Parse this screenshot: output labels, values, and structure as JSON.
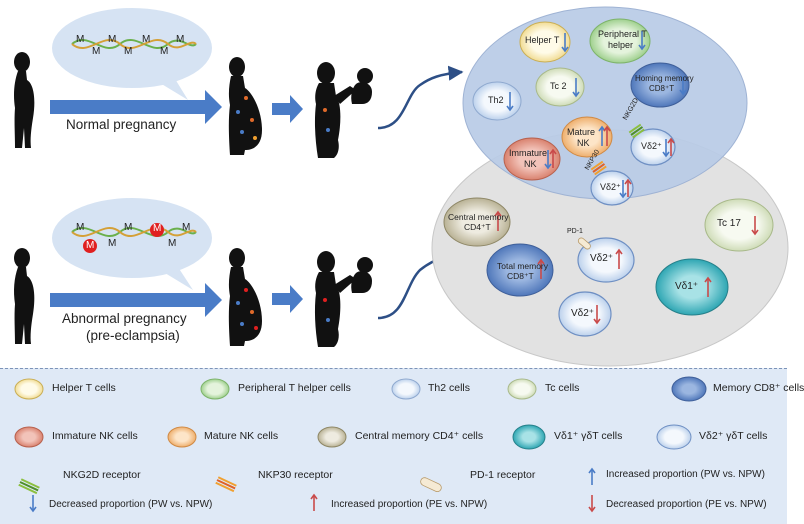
{
  "scenarios": {
    "normal": {
      "label": "Normal pregnancy"
    },
    "abnormal": {
      "label_line1": "Abnormal pregnancy",
      "label_line2": "(pre-eclampsia)"
    }
  },
  "bubble_marker": "M",
  "upper_zone": {
    "cells": {
      "helper_t": "Helper T",
      "peripheral_t_helper_1": "Peripheral T",
      "peripheral_t_helper_2": "helper",
      "tc2": "Tc 2",
      "homing_memory_1": "Homing memory",
      "homing_memory_2": "CD8⁺T",
      "th2": "Th2",
      "mature_nk_1": "Mature",
      "mature_nk_2": "NK",
      "immature_nk_1": "Immature",
      "immature_nk_2": "NK",
      "vd2_nkg2d": "Vδ2⁺",
      "vd2_nkp30": "Vδ2⁺"
    },
    "receptor_labels": {
      "nkg2d": "NKG2D",
      "nkp30": "NKP30"
    }
  },
  "lower_zone": {
    "cells": {
      "central_memory_1": "Central memory",
      "central_memory_2": "CD4⁺T",
      "total_memory_1": "Total memory",
      "total_memory_2": "CD8⁺T",
      "vd2_pd1": "Vδ2⁺",
      "vd2_lower": "Vδ2⁺",
      "tc17": "Tc 17",
      "vd1": "Vδ1⁺"
    },
    "receptor_labels": {
      "pd1": "PD-1"
    }
  },
  "legend": {
    "helper_t": "Helper T cells",
    "peripheral_t_helper": "Peripheral T helper cells",
    "th2": "Th2 cells",
    "tc": "Tc cells",
    "memory_cd8": "Memory CD8⁺ cells",
    "immature_nk": "Immature NK cells",
    "mature_nk": "Mature NK cells",
    "central_memory_cd4": "Central memory CD4⁺ cells",
    "vd1": "Vδ1⁺ γδT cells",
    "vd2": "Vδ2⁺ γδT cells",
    "nkg2d": "NKG2D receptor",
    "nkp30": "NKP30 receptor",
    "pd1": "PD-1 receptor",
    "inc_pw": "Increased proportion (PW vs. NPW)",
    "dec_pw": "Decreased proportion (PW vs. NPW)",
    "inc_pe": "Increased proportion (PE vs. NPW)",
    "dec_pe": "Decreased proportion (PE vs. NPW)"
  },
  "colors": {
    "blue_arrow": "#4a7cc7",
    "red_arrow": "#c94a4a",
    "upper_zone": "#b9cbe6",
    "lower_zone": "#e2e2e2",
    "helper_t": "#fbf3cf",
    "peripheral": "#cfe8c6",
    "light_blue_cell": "#e3ecf8",
    "tc": "#eef4e3",
    "memory_cd8": "#6f93cf",
    "immature_nk": "#e9a99c",
    "mature_nk": "#f7d1a8",
    "central_memory": "#ddd8c4",
    "vd1": "#5fc3cc",
    "legend_bg": "#dfe9f6"
  }
}
